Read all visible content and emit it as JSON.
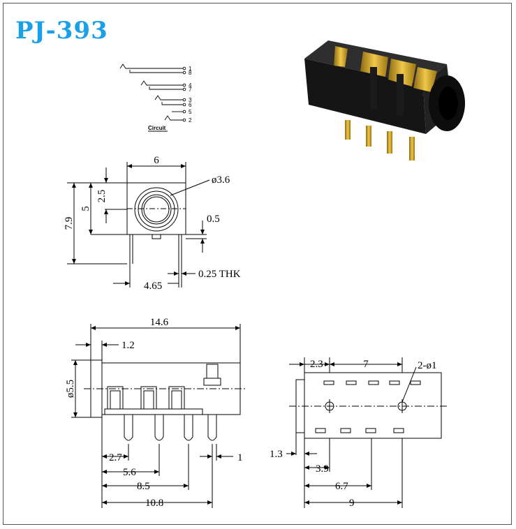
{
  "title": "PJ-393",
  "colors": {
    "title": "#1aa0e6",
    "body": "#1a1a1a",
    "pin": "#d4a017"
  },
  "circuit": {
    "label": "Circuit",
    "pins": [
      "1",
      "8",
      "4",
      "7",
      "3",
      "6",
      "5",
      "2"
    ]
  },
  "front_view": {
    "width": "6",
    "height": "7.9",
    "dim_5": "5",
    "dim_2_5": "2.5",
    "hole": "ø3.6",
    "pin_width": "0.5",
    "pin_offset": "4.65",
    "thickness": "0.25 THK"
  },
  "side_view": {
    "length": "14.6",
    "front": "1.2",
    "diameter": "ø5.5",
    "d1": "2.7",
    "d2": "5.6",
    "d3": "8.5",
    "d4": "10.8",
    "d5": "1"
  },
  "bottom_view": {
    "d_left": "2.3",
    "d_mid": "7",
    "holes": "2-ø1",
    "d_edge": "1.3",
    "d1": "3.9",
    "d2": "6.7",
    "d3": "9"
  }
}
